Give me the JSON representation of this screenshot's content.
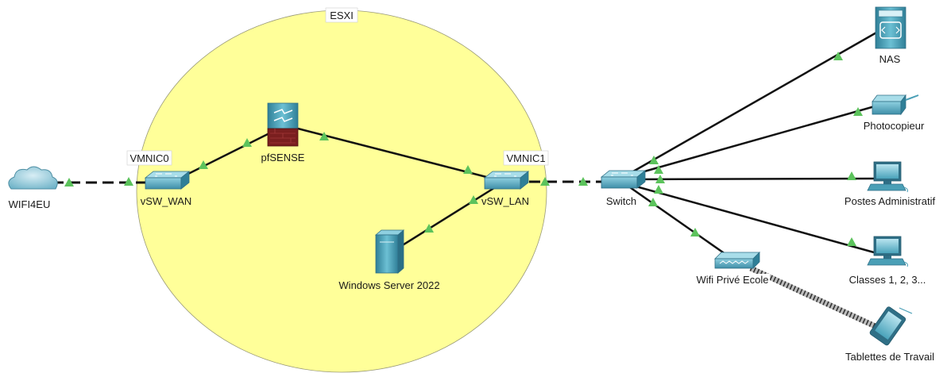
{
  "diagram": {
    "zone": {
      "label": "ESXI",
      "color": "#ffff99"
    },
    "nodes": {
      "wifi4eu": {
        "label": "WIFI4EU",
        "icon": "cloud-icon"
      },
      "vsw_wan": {
        "label": "vSW_WAN",
        "tag": "VMNIC0",
        "icon": "switch-icon"
      },
      "pfsense": {
        "label": "pfSENSE",
        "icon": "firewall-icon"
      },
      "vsw_lan": {
        "label": "vSW_LAN",
        "tag": "VMNIC1",
        "icon": "switch-icon"
      },
      "winserver": {
        "label": "Windows Server 2022",
        "icon": "server-icon"
      },
      "switch": {
        "label": "Switch",
        "icon": "switch-icon"
      },
      "nas": {
        "label": "NAS",
        "icon": "nas-icon"
      },
      "photocopieur": {
        "label": "Photocopieur",
        "icon": "printer-icon"
      },
      "postes": {
        "label": "Postes Administratif",
        "icon": "computer-icon"
      },
      "classes": {
        "label": "Classes 1, 2, 3...",
        "icon": "computer-icon"
      },
      "wifi_prive": {
        "label": "Wifi Privé Ecole",
        "icon": "access-point-icon"
      },
      "tablettes": {
        "label": "Tablettes de Travail",
        "icon": "tablet-icon"
      }
    },
    "links": [
      {
        "from": "wifi4eu",
        "to": "vsw_wan",
        "style": "dashed"
      },
      {
        "from": "vsw_wan",
        "to": "pfsense",
        "style": "solid"
      },
      {
        "from": "pfsense",
        "to": "vsw_lan",
        "style": "solid"
      },
      {
        "from": "vsw_lan",
        "to": "winserver",
        "style": "solid"
      },
      {
        "from": "vsw_lan",
        "to": "switch",
        "style": "dashed"
      },
      {
        "from": "switch",
        "to": "nas",
        "style": "solid"
      },
      {
        "from": "switch",
        "to": "photocopieur",
        "style": "solid"
      },
      {
        "from": "switch",
        "to": "postes",
        "style": "solid"
      },
      {
        "from": "switch",
        "to": "classes",
        "style": "solid"
      },
      {
        "from": "switch",
        "to": "wifi_prive",
        "style": "solid"
      },
      {
        "from": "wifi_prive",
        "to": "tablettes",
        "style": "wireless"
      }
    ],
    "colors": {
      "link": "#111111",
      "link_indicator": "#5cc35c",
      "device": "#4a9fb6",
      "device_dark": "#2f6f86",
      "firewall_base": "#7a1f1f"
    }
  }
}
